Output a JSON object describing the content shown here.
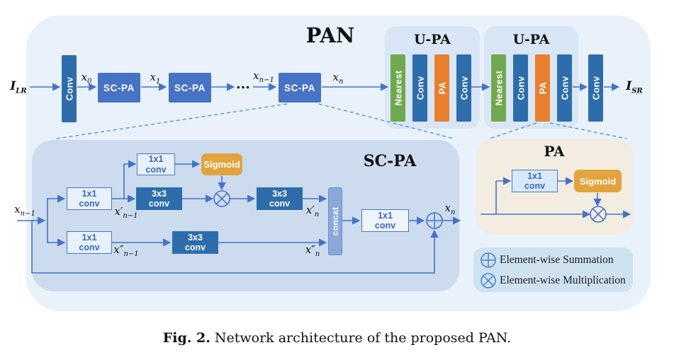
{
  "titles": {
    "pan": "PAN",
    "upa": "U-PA",
    "scpa": "SC-PA",
    "pa": "PA"
  },
  "caption": {
    "label": "Fig. 2.",
    "text": "Network architecture of the proposed PAN."
  },
  "pipeline": {
    "input": {
      "base": "I",
      "sub": "LR"
    },
    "output": {
      "base": "I",
      "sub": "SR"
    },
    "conv": "Conv",
    "scpa": "SC-PA",
    "dots": "...",
    "x0": {
      "base": "x",
      "sub": "0"
    },
    "x1": {
      "base": "x",
      "sub": "1"
    },
    "xn_1": {
      "base": "x",
      "sub": "n−1"
    },
    "xn": {
      "base": "x",
      "sub": "n"
    }
  },
  "upa": {
    "title": "U-PA",
    "bars": [
      "Nearest",
      "Conv",
      "PA",
      "Conv"
    ]
  },
  "scpa_detail": {
    "title": "SC-PA",
    "k1": "1x1",
    "k3": "3x3",
    "conv_word": "conv",
    "sigmoid": "Sigmoid",
    "concat": "concat",
    "in": {
      "base": "x",
      "sub": "n−1"
    },
    "xp_n1": {
      "base": "x′",
      "sub": "n−1"
    },
    "xpp_n1": {
      "base": "x″",
      "sub": "n−1"
    },
    "xp_n": {
      "base": "x′",
      "sub": "n"
    },
    "xpp_n": {
      "base": "x″",
      "sub": "n"
    },
    "out": {
      "base": "x",
      "sub": "n"
    }
  },
  "pa_detail": {
    "title": "PA",
    "k1": "1x1",
    "conv_word": "conv",
    "sigmoid": "Sigmoid"
  },
  "legend": {
    "summation": "Element-wise Summation",
    "multiplication": "Element-wise Multiplication"
  },
  "colors": {
    "steel_blue": "#2e6dac",
    "block_blue": "#4673c5",
    "line_blue": "#4573c4",
    "green": "#70a850",
    "orange": "#e87f2f",
    "amber": "#e2a33d",
    "concat_blue": "#8aa9da",
    "outer_bg": "#e9f1fa",
    "upa_bg": "#d8e6f5",
    "scpa_bg": "#ccdbee",
    "pa_bg": "#f2ece1",
    "legend_bg": "#cfe2f2"
  }
}
